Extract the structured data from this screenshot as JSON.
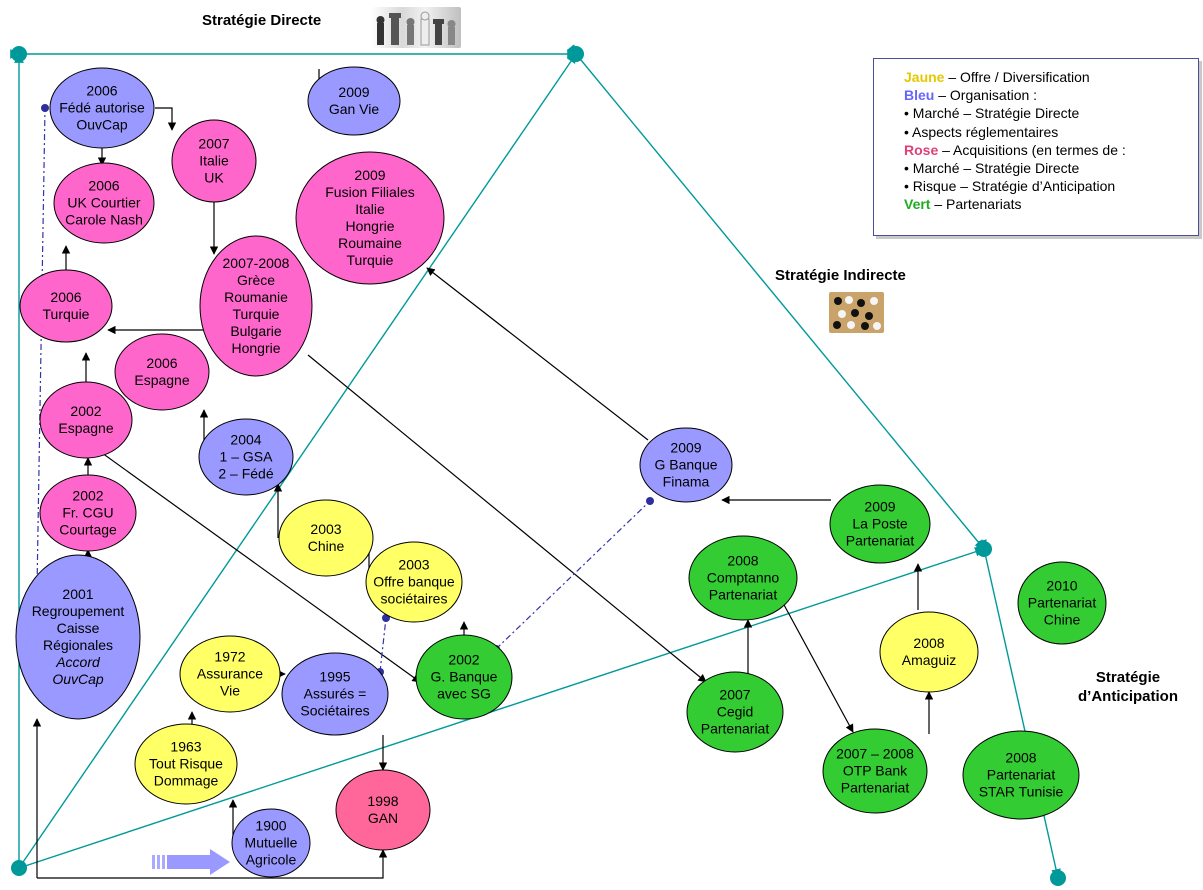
{
  "labels": {
    "strategie_directe": "Stratégie Directe",
    "strategie_indirecte": "Stratégie Indirecte",
    "strategie_anticipation_1": "Stratégie",
    "strategie_anticipation_2": "d’Anticipation"
  },
  "legend": {
    "jaune_key": "Jaune",
    "jaune_text": " – Offre / Diversification",
    "bleu_key": "Bleu",
    "bleu_text": " – Organisation :",
    "bleu_item1": "• Marché – Stratégie Directe",
    "bleu_item2": "• Aspects réglementaires",
    "rose_key": "Rose",
    "rose_text": " – Acquisitions (en termes de :",
    "rose_item1": "• Marché – Stratégie Directe",
    "rose_item2": "• Risque – Stratégie d’Anticipation",
    "vert_key": "Vert",
    "vert_text": " – Partenariats"
  },
  "colors": {
    "yellow": "#ffff66",
    "blue": "#9999ff",
    "pink": "#ff66cc",
    "pink_dark": "#ff6699",
    "green": "#33cc33",
    "teal": "#009999",
    "legend_yellow": "#e6c800",
    "legend_blue": "#6666ff",
    "legend_pink": "#e0407a",
    "legend_green": "#22aa22"
  },
  "nodes": [
    {
      "id": "n2006fede",
      "color": "blue",
      "lines": [
        "2006",
        "Fédé autorise",
        "OuvCap"
      ]
    },
    {
      "id": "n2009ganvie",
      "color": "blue",
      "lines": [
        "2009",
        "Gan Vie"
      ]
    },
    {
      "id": "n2007italie",
      "color": "pink",
      "lines": [
        "2007",
        "Italie",
        "UK"
      ]
    },
    {
      "id": "n2006uk",
      "color": "pink",
      "lines": [
        "2006",
        "UK Courtier",
        "Carole Nash"
      ]
    },
    {
      "id": "n2009fusion",
      "color": "pink",
      "lines": [
        "2009",
        "Fusion Filiales",
        "Italie",
        "Hongrie",
        "Roumaine",
        "Turquie"
      ]
    },
    {
      "id": "n20072008grece",
      "color": "pink",
      "lines": [
        "2007-2008",
        "Grèce",
        "Roumanie",
        "Turquie",
        "Bulgarie",
        "Hongrie"
      ]
    },
    {
      "id": "n2006turquie",
      "color": "pink",
      "lines": [
        "2006",
        "Turquie"
      ]
    },
    {
      "id": "n2006espagne",
      "color": "pink",
      "lines": [
        "2006",
        "Espagne"
      ]
    },
    {
      "id": "n2002espagne",
      "color": "pink",
      "lines": [
        "2002",
        "Espagne"
      ]
    },
    {
      "id": "n2004gsa",
      "color": "blue",
      "lines": [
        "2004",
        "1 – GSA",
        "2 – Fédé"
      ]
    },
    {
      "id": "n2002cgu",
      "color": "pink",
      "lines": [
        "2002",
        "Fr. CGU",
        "Courtage"
      ]
    },
    {
      "id": "n2003chine",
      "color": "yellow",
      "lines": [
        "2003",
        "Chine"
      ]
    },
    {
      "id": "n2003offre",
      "color": "yellow",
      "lines": [
        "2003",
        "Offre banque",
        "sociétaires"
      ]
    },
    {
      "id": "n2001regroup",
      "color": "blue",
      "lines": [
        "2001",
        "Regroupement",
        "Caisse",
        "Régionales",
        "Accord",
        "OuvCap"
      ],
      "italic_from": 4
    },
    {
      "id": "n1972vie",
      "color": "yellow",
      "lines": [
        "1972",
        "Assurance",
        "Vie"
      ]
    },
    {
      "id": "n1995assures",
      "color": "blue",
      "lines": [
        "1995",
        "Assurés =",
        "Sociétaires"
      ]
    },
    {
      "id": "n2002gbanque",
      "color": "green",
      "lines": [
        "2002",
        "G. Banque",
        "avec SG"
      ]
    },
    {
      "id": "n1963risque",
      "color": "yellow",
      "lines": [
        "1963",
        "Tout Risque",
        "Dommage"
      ]
    },
    {
      "id": "n1998gan",
      "color": "pink_dark",
      "lines": [
        "1998",
        "GAN"
      ]
    },
    {
      "id": "n1900mutuelle",
      "color": "blue",
      "lines": [
        "1900",
        "Mutuelle",
        "Agricole"
      ]
    },
    {
      "id": "n2009gbanque",
      "color": "blue",
      "lines": [
        "2009",
        "G Banque",
        "Finama"
      ]
    },
    {
      "id": "n2009poste",
      "color": "green",
      "lines": [
        "2009",
        "La Poste",
        "Partenariat"
      ]
    },
    {
      "id": "n2008comptanno",
      "color": "green",
      "lines": [
        "2008",
        "Comptanno",
        "Partenariat"
      ]
    },
    {
      "id": "n2010chine",
      "color": "green",
      "lines": [
        "2010",
        "Partenariat",
        "Chine"
      ]
    },
    {
      "id": "n2008amaguiz",
      "color": "yellow",
      "lines": [
        "2008",
        "Amaguiz"
      ]
    },
    {
      "id": "n2007cegid",
      "color": "green",
      "lines": [
        "2007",
        "Cegid",
        "Partenariat"
      ]
    },
    {
      "id": "n20072008otp",
      "color": "green",
      "lines": [
        "2007 – 2008",
        "OTP Bank",
        "Partenariat"
      ]
    },
    {
      "id": "n2008star",
      "color": "green",
      "lines": [
        "2008",
        "Partenariat",
        "STAR Tunisie"
      ]
    }
  ]
}
